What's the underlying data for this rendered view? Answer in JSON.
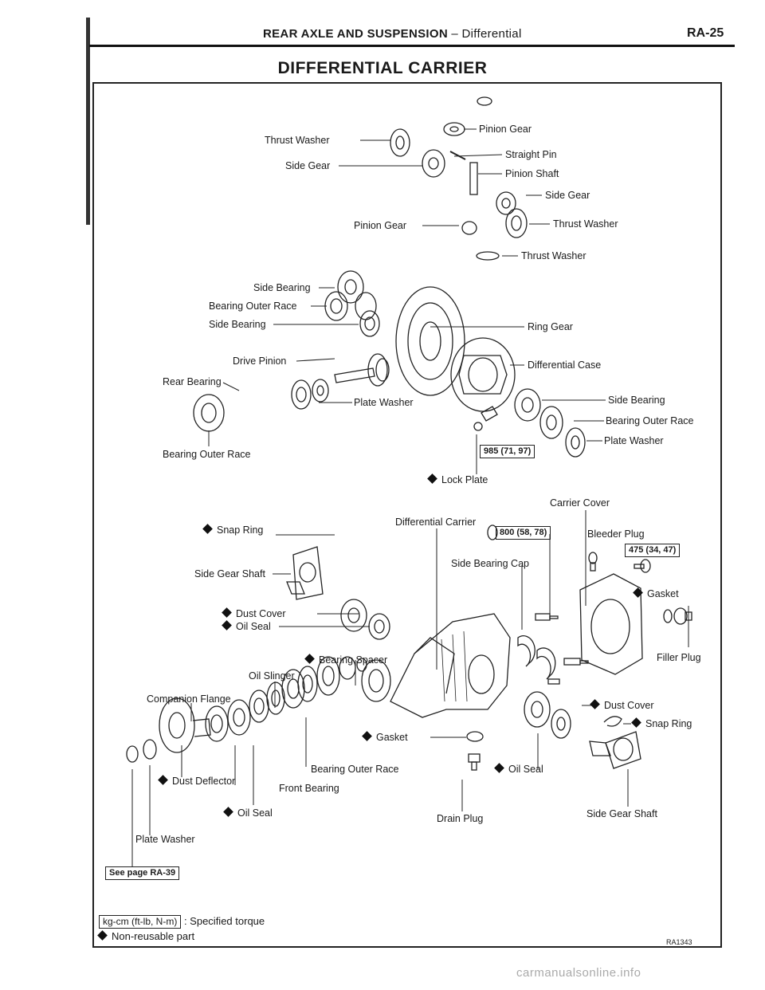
{
  "header": {
    "section": "REAR AXLE AND SUSPENSION",
    "dash": "–",
    "subsection": "Differential",
    "page": "RA-25"
  },
  "title": "DIFFERENTIAL CARRIER",
  "labels": {
    "thrust_washer_1": "Thrust Washer",
    "side_gear_1": "Side Gear",
    "pinion_gear_1": "Pinion Gear",
    "straight_pin": "Straight Pin",
    "pinion_shaft": "Pinion Shaft",
    "side_gear_2": "Side Gear",
    "pinion_gear_2": "Pinion Gear",
    "thrust_washer_2": "Thrust Washer",
    "thrust_washer_3": "Thrust Washer",
    "side_bearing_1": "Side Bearing",
    "bearing_outer_race_1": "Bearing Outer Race",
    "side_bearing_2": "Side Bearing",
    "ring_gear": "Ring Gear",
    "drive_pinion": "Drive Pinion",
    "differential_case": "Differential Case",
    "rear_bearing": "Rear Bearing",
    "plate_washer_1": "Plate Washer",
    "side_bearing_3": "Side Bearing",
    "bearing_outer_race_2": "Bearing Outer Race",
    "bearing_outer_race_3": "Bearing Outer Race",
    "plate_washer_2": "Plate Washer",
    "lock_plate": "Lock Plate",
    "carrier_cover": "Carrier Cover",
    "differential_carrier": "Differential Carrier",
    "snap_ring_1": "Snap Ring",
    "bleeder_plug": "Bleeder Plug",
    "side_gear_shaft_1": "Side Gear Shaft",
    "side_bearing_cap": "Side Bearing Cap",
    "gasket_1": "Gasket",
    "dust_cover_1": "Dust Cover",
    "oil_seal_1": "Oil Seal",
    "bearing_spacer": "Bearing Spacer",
    "filler_plug": "Filler Plug",
    "oil_slinger": "Oil Slinger",
    "companion_flange": "Companion Flange",
    "dust_cover_2": "Dust Cover",
    "snap_ring_2": "Snap Ring",
    "gasket_2": "Gasket",
    "bearing_outer_race_4": "Bearing Outer Race",
    "oil_seal_2": "Oil Seal",
    "dust_deflector": "Dust Deflector",
    "front_bearing": "Front Bearing",
    "oil_seal_3": "Oil Seal",
    "drain_plug": "Drain Plug",
    "side_gear_shaft_2": "Side Gear Shaft",
    "plate_washer_3": "Plate Washer"
  },
  "torque": {
    "t985": "985 (71, 97)",
    "t800": "800 (58, 78)",
    "t475": "475 (34, 47)"
  },
  "see_page": "See page RA-39",
  "legend": {
    "torque_unit": "kg-cm (ft-lb, N-m)",
    "torque_desc": ": Specified torque",
    "nonreusable": "Non-reusable part"
  },
  "figure_code": "RA1343",
  "watermark": "carmanualsonline.info"
}
